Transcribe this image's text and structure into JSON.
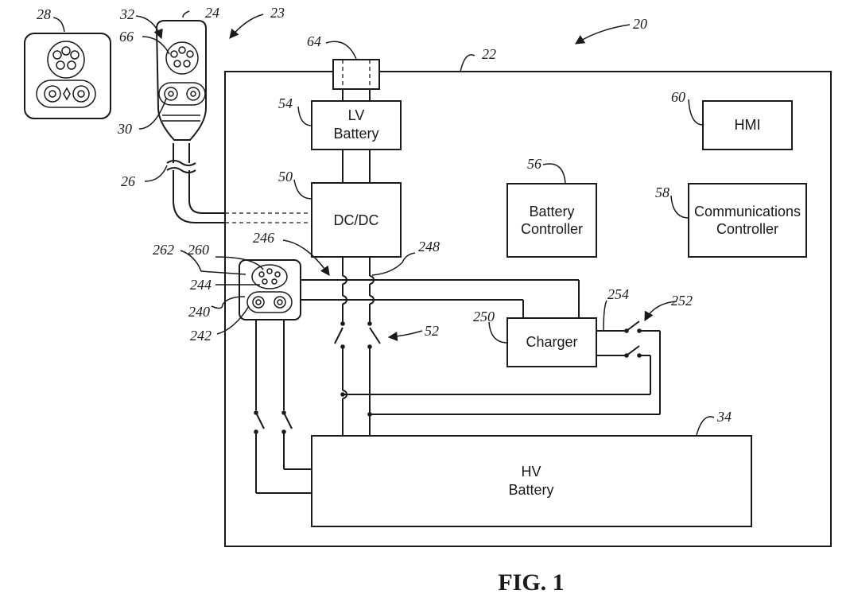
{
  "blocks": {
    "lv_battery": [
      "LV",
      "Battery"
    ],
    "hmi": "HMI",
    "dcdc": "DC/DC",
    "battery_controller": [
      "Battery",
      "Controller"
    ],
    "communications_controller": [
      "Communications",
      "Controller"
    ],
    "charger": "Charger",
    "hv_battery": [
      "HV",
      "Battery"
    ]
  },
  "refs": {
    "r20": "20",
    "r22": "22",
    "r23": "23",
    "r24": "24",
    "r26": "26",
    "r28": "28",
    "r30": "30",
    "r32": "32",
    "r34": "34",
    "r50": "50",
    "r52": "52",
    "r54": "54",
    "r56": "56",
    "r58": "58",
    "r60": "60",
    "r64": "64",
    "r66": "66",
    "r240": "240",
    "r242": "242",
    "r244": "244",
    "r246": "246",
    "r248": "248",
    "r250": "250",
    "r252": "252",
    "r254": "254",
    "r260": "260",
    "r262": "262"
  },
  "caption": "FIG. 1"
}
